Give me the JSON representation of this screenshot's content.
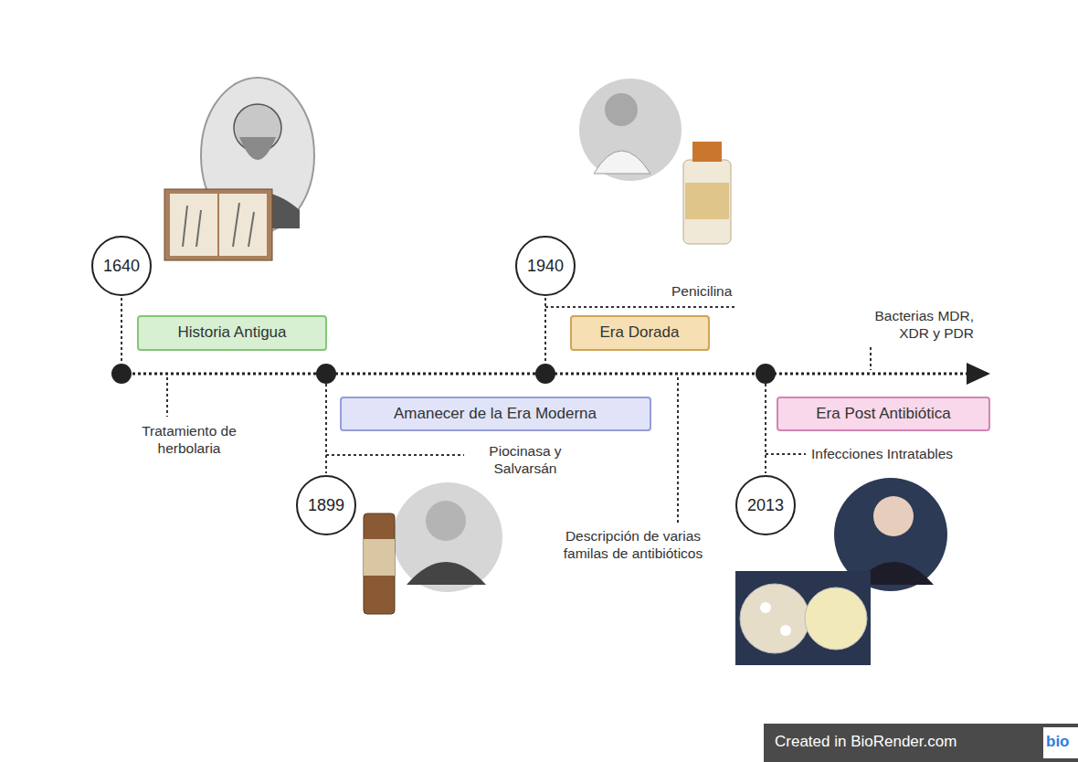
{
  "diagram": {
    "nodes": [
      {
        "text": [
          "1640"
        ]
      },
      {
        "text": [
          "Historia Antigua"
        ]
      },
      {
        "text": [
          "1899"
        ]
      },
      {
        "text": [
          "Amanecer de la Era Moderna"
        ]
      },
      {
        "text": [
          "1940"
        ]
      },
      {
        "text": [
          "Era Dorada"
        ]
      },
      {
        "text": [
          "2013"
        ]
      },
      {
        "text": [
          "Era Post Antibiótica"
        ]
      }
    ],
    "labels": [
      "Tratamiento de herbolaria",
      "Piocinasa y Salvarsán",
      "Penicilina",
      "Descripción de varias familas de antibióticos",
      "Infecciones Intratables",
      "Bacterias MDR, XDR y PDR",
      "Created in BioRender.com",
      "bio"
    ]
  }
}
